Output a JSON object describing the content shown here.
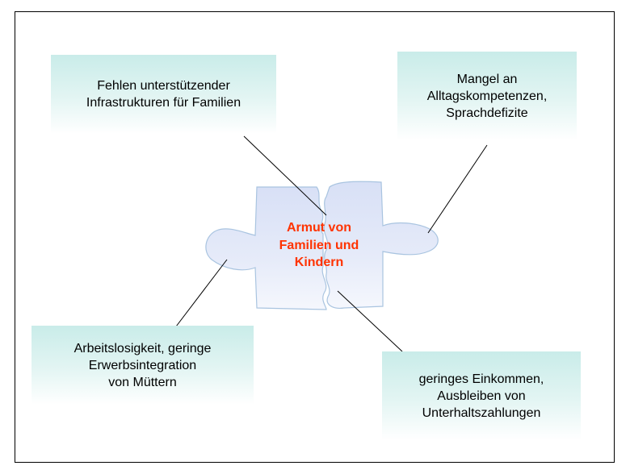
{
  "center": {
    "label": "Armut von\nFamilien und\nKindern",
    "color": "#ff3300"
  },
  "causes": {
    "top_left": "Fehlen unterstützender\nInfrastrukturen für Familien",
    "top_right": "Mangel an\nAlltagskompetenzen,\nSprachdefizite",
    "bottom_left": "Arbeitslosigkeit, geringe\nErwerbsintegration\nvon Müttern",
    "bottom_right": "geringes Einkommen,\nAusbleiben von\nUnterhaltszahlungen"
  },
  "colors": {
    "box_fill_top": "#c9ece9",
    "puzzle_fill": "#dde4f7",
    "puzzle_stroke": "#a9c4e0"
  }
}
